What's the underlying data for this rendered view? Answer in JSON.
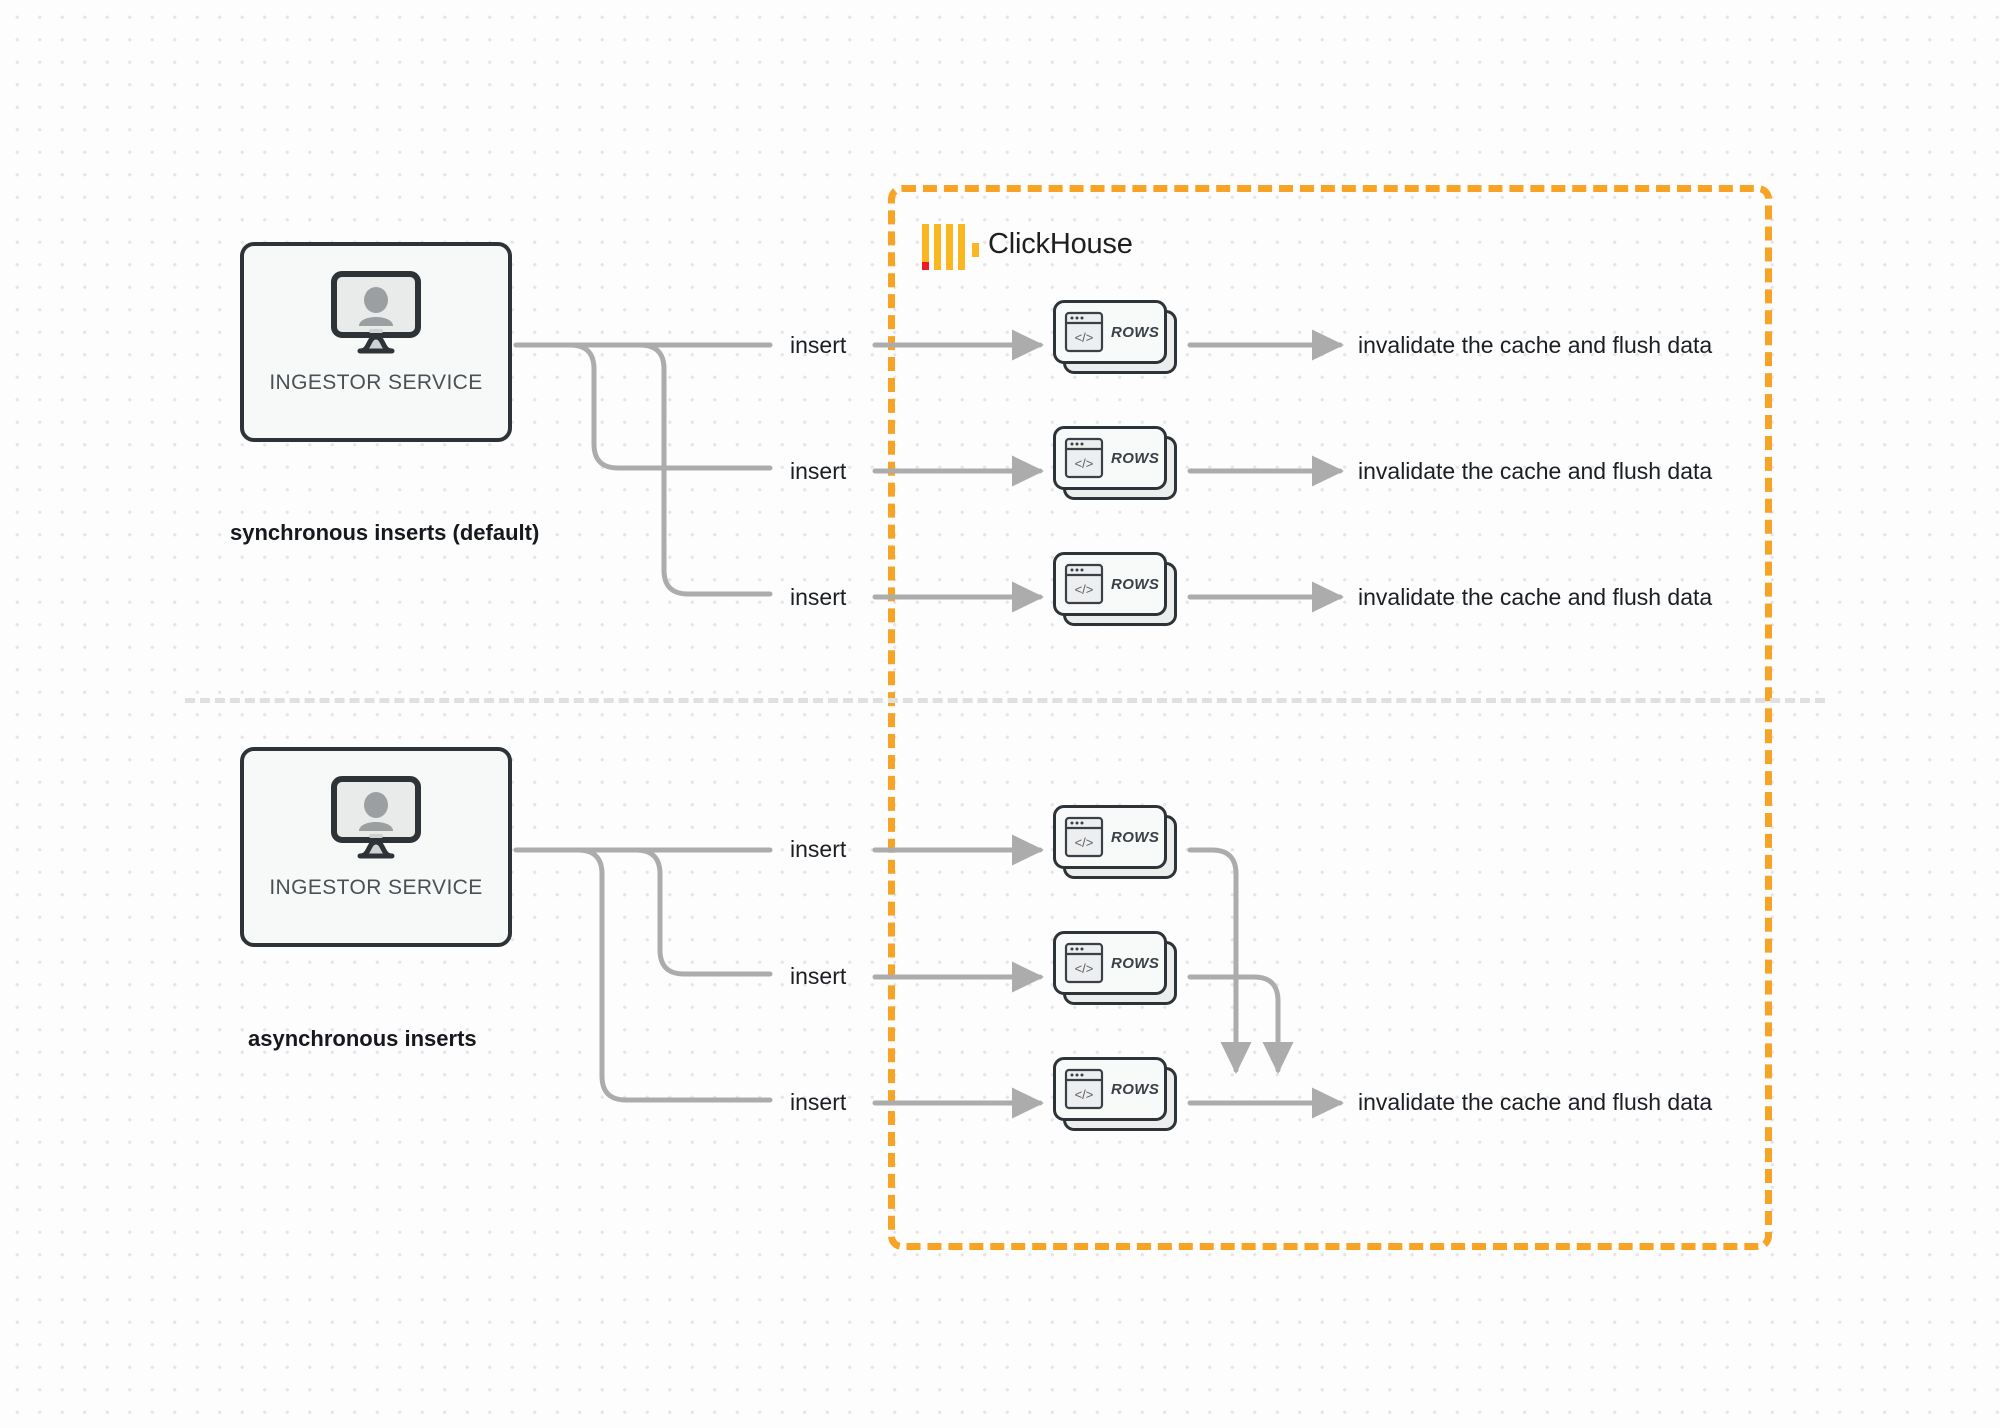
{
  "diagram": {
    "title": "ClickHouse synchronous vs asynchronous inserts",
    "colors": {
      "boundary": "#F7A325",
      "logo_bar": "#FAB71F",
      "logo_accent": "#ED1C24",
      "wire": "#ACACAC",
      "box_border": "#2e3338",
      "text": "#1b1f23"
    }
  },
  "clickhouse": {
    "wordmark": "ClickHouse",
    "logo_name": "clickhouse-logo"
  },
  "sections": [
    {
      "id": "sync",
      "caption": "synchronous inserts (default)",
      "service": {
        "label": "INGESTOR SERVICE",
        "icon": "monitor-user-icon"
      },
      "flows": [
        {
          "edge_label": "insert",
          "card_label": "ROWS",
          "result_label": "invalidate the cache and flush data"
        },
        {
          "edge_label": "insert",
          "card_label": "ROWS",
          "result_label": "invalidate the cache and flush data"
        },
        {
          "edge_label": "insert",
          "card_label": "ROWS",
          "result_label": "invalidate the cache and flush data"
        }
      ]
    },
    {
      "id": "async",
      "caption": "asynchronous inserts",
      "service": {
        "label": "INGESTOR SERVICE",
        "icon": "monitor-user-icon"
      },
      "flows": [
        {
          "edge_label": "insert",
          "card_label": "ROWS",
          "result_label": ""
        },
        {
          "edge_label": "insert",
          "card_label": "ROWS",
          "result_label": ""
        },
        {
          "edge_label": "insert",
          "card_label": "ROWS",
          "result_label": "invalidate the cache and flush data"
        }
      ]
    }
  ]
}
